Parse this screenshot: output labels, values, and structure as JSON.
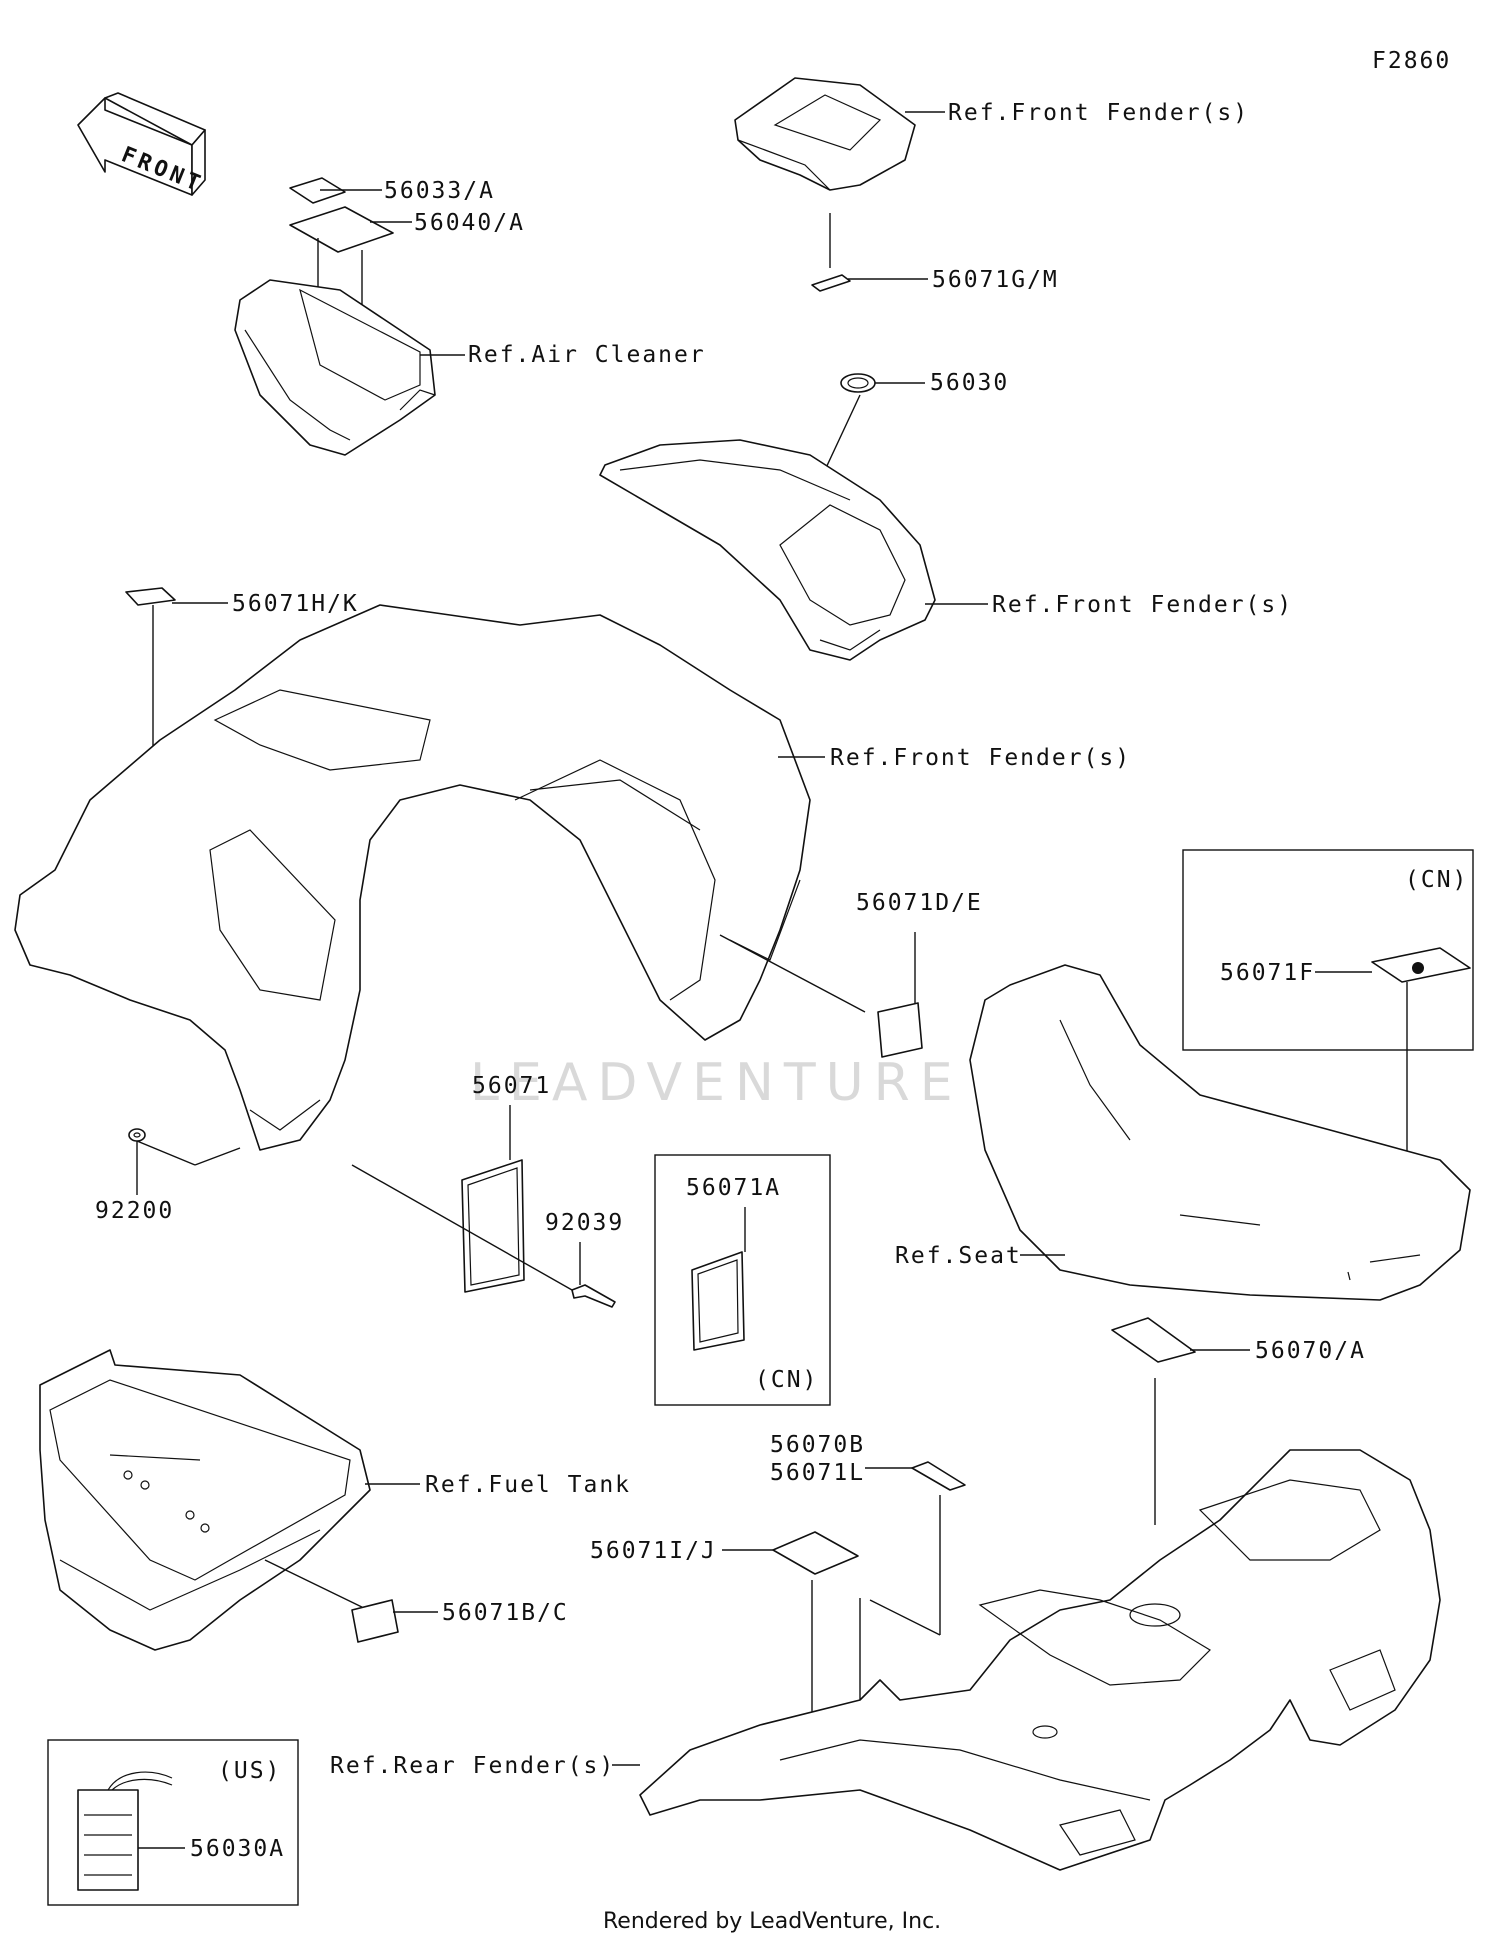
{
  "diagram": {
    "code": "F2860",
    "front_arrow": "FRONT",
    "watermark": "LEADVENTURE",
    "footer": "Rendered by LeadVenture, Inc."
  },
  "labels": {
    "p56033": "56033/A",
    "p56040": "56040/A",
    "ref_air_cleaner": "Ref.Air Cleaner",
    "ref_front_fender_1": "Ref.Front Fender(s)",
    "p56071gm": "56071G/M",
    "p56030": "56030",
    "ref_front_fender_2": "Ref.Front Fender(s)",
    "p56071hk": "56071H/K",
    "ref_front_fender_3": "Ref.Front Fender(s)",
    "p56071de": "56071D/E",
    "cn_1": "(CN)",
    "p56071f": "56071F",
    "p56071": "56071",
    "p92039": "92039",
    "p92200": "92200",
    "p56071a": "56071A",
    "cn_2": "(CN)",
    "ref_seat": "Ref.Seat",
    "p56070a": "56070/A",
    "ref_fuel_tank": "Ref.Fuel Tank",
    "p56070b": "56070B",
    "p56071l": "56071L",
    "p56071ij": "56071I/J",
    "p56071bc": "56071B/C",
    "ref_rear_fender": "Ref.Rear Fender(s)",
    "us": "(US)",
    "p56030a": "56030A"
  }
}
